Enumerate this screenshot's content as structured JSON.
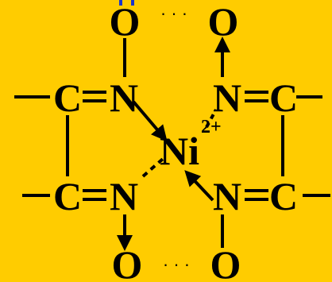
{
  "atoms": {
    "o_top_left": "O",
    "o_top_right": "O",
    "o_bottom_left": "O",
    "o_bottom_right": "O",
    "n_upper_left": "N",
    "n_upper_right": "N",
    "n_lower_left": "N",
    "n_lower_right": "N",
    "c_upper_left": "C",
    "c_upper_right": "C",
    "c_lower_left": "C",
    "c_lower_right": "C",
    "nickel": "Ni"
  },
  "charge": "2+",
  "hbond_top": "· · ·",
  "hbond_bottom": "· · ·",
  "colors": {
    "background": "#ffcc00",
    "ink": "#000000",
    "accent_blue": "#1a33cc"
  }
}
